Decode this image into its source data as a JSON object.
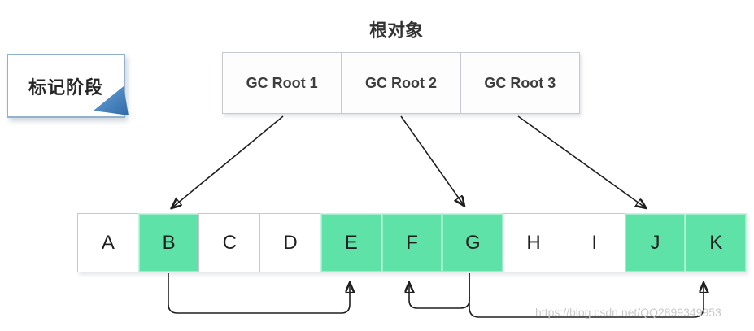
{
  "callout": {
    "label": "标记阶段"
  },
  "roots_title": "根对象",
  "gc_roots": [
    {
      "label": "GC Root 1"
    },
    {
      "label": "GC Root 2"
    },
    {
      "label": "GC Root 3"
    }
  ],
  "heap_cells": [
    {
      "label": "A",
      "marked": false
    },
    {
      "label": "B",
      "marked": true
    },
    {
      "label": "C",
      "marked": false
    },
    {
      "label": "D",
      "marked": false
    },
    {
      "label": "E",
      "marked": true
    },
    {
      "label": "F",
      "marked": true
    },
    {
      "label": "G",
      "marked": true
    },
    {
      "label": "H",
      "marked": false
    },
    {
      "label": "I",
      "marked": false
    },
    {
      "label": "J",
      "marked": true
    },
    {
      "label": "K",
      "marked": true
    }
  ],
  "edges": {
    "root_edges": [
      {
        "from": "GC Root 1",
        "to": "B"
      },
      {
        "from": "GC Root 2",
        "to": "G"
      },
      {
        "from": "GC Root 3",
        "to": "J"
      }
    ],
    "reference_edges": [
      {
        "from": "B",
        "to": "E"
      },
      {
        "from": "G",
        "to": "F"
      },
      {
        "from": "G",
        "to": "K"
      }
    ]
  },
  "colors": {
    "background": "#ffffff",
    "marked_cell": "#5ee2a7",
    "cell_border": "#c6cad0",
    "callout_border": "#93b1ce",
    "callout_pointer": "#3d7ab8",
    "arrow": "#1f1f1f",
    "watermark": "#c9c9c9"
  },
  "watermark": "https://blog.csdn.net/QQ2899349953"
}
